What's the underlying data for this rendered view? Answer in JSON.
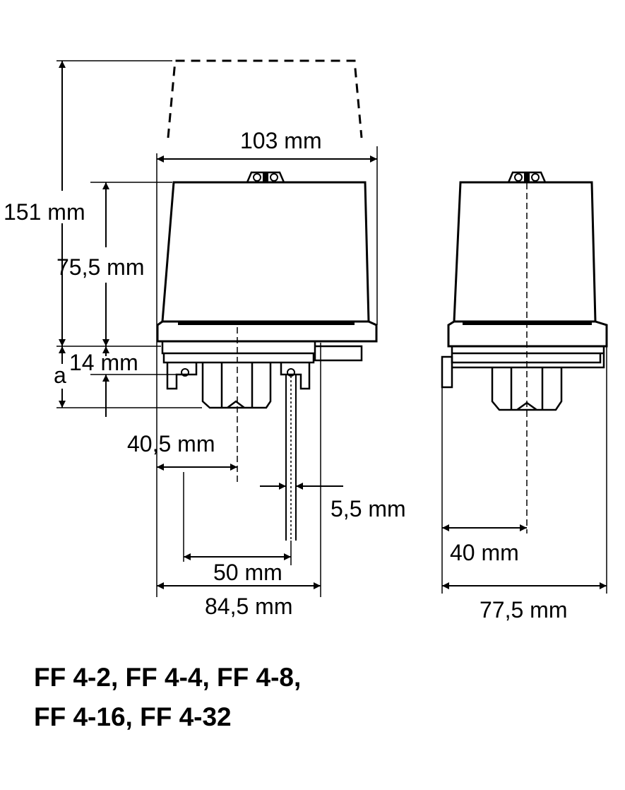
{
  "dimensions": {
    "overall_height": "151 mm",
    "cover_width": "103 mm",
    "housing_height": "75,5 mm",
    "flange_height": "14 mm",
    "a_label": "a",
    "gland_offset": "40,5 mm",
    "capillary_diameter": "5,5 mm",
    "capillary_offset": "50 mm",
    "base_width": "84,5 mm",
    "side_center": "40 mm",
    "side_width": "77,5 mm"
  },
  "models": {
    "line1": "FF 4-2, FF 4-4, FF 4-8,",
    "line2": "FF 4-16, FF 4-32"
  },
  "colors": {
    "ink": "#000000",
    "paper": "#ffffff"
  }
}
